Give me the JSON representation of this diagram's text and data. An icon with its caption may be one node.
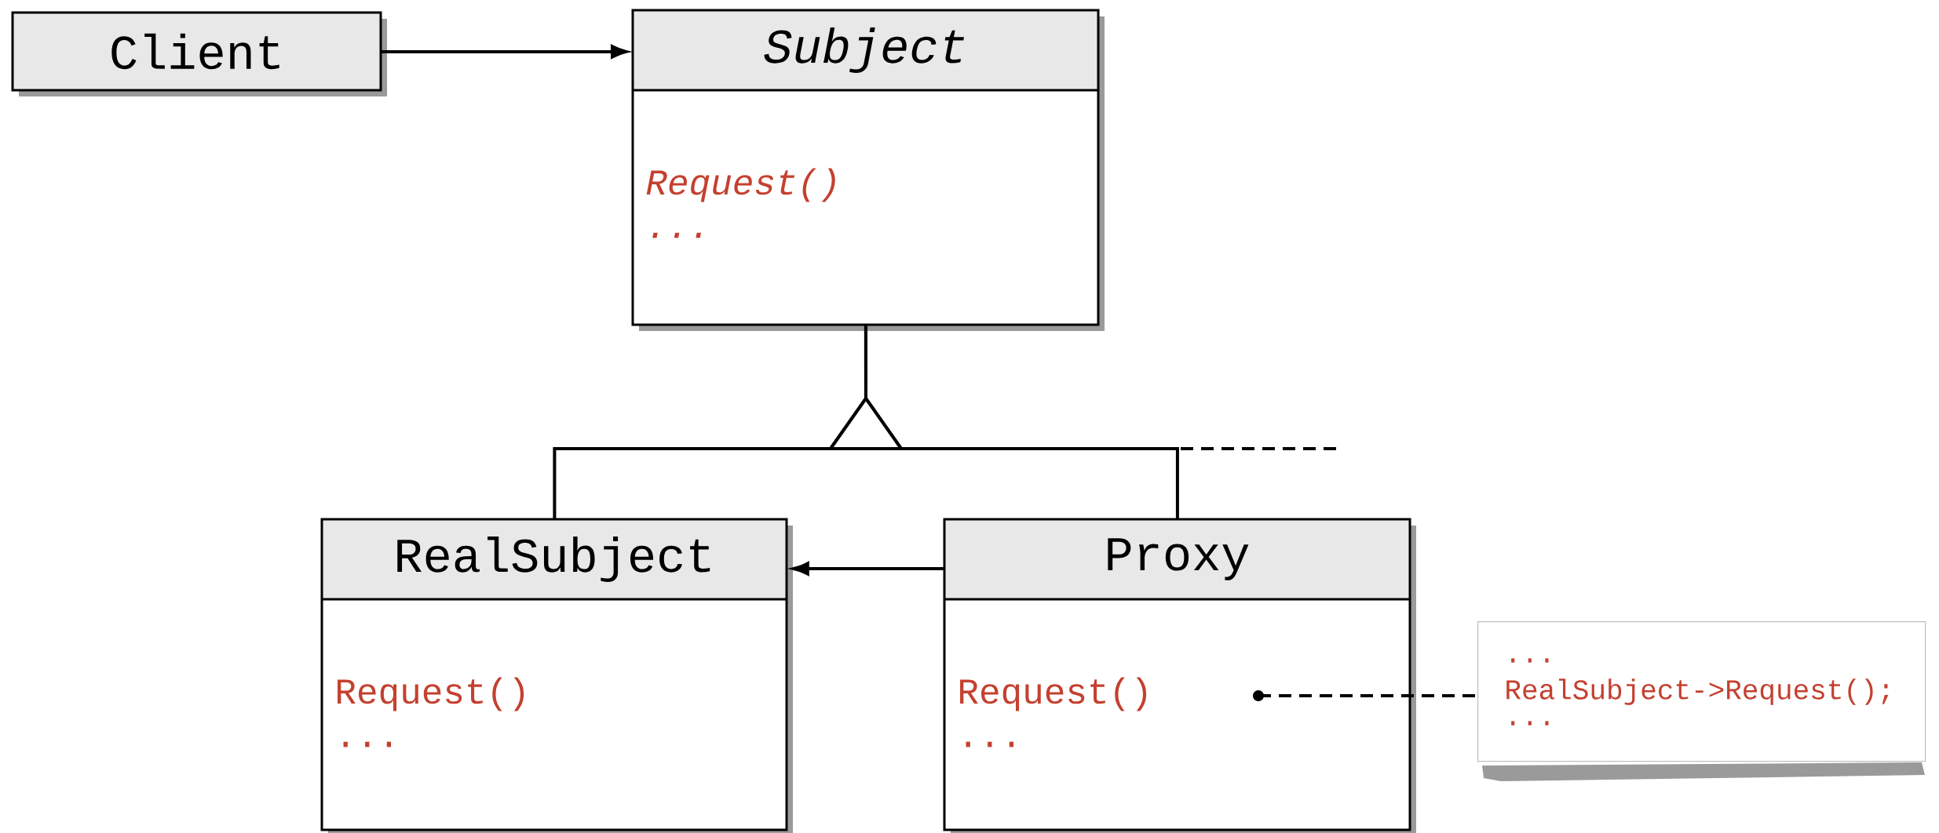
{
  "diagram": {
    "nodes": [
      {
        "text": [
          "Client"
        ]
      },
      {
        "text": [
          "Subject",
          "Request()",
          "..."
        ]
      },
      {
        "text": [
          "RealSubject",
          "Request()",
          "..."
        ]
      },
      {
        "text": [
          "Proxy",
          "Request()",
          "..."
        ]
      },
      {
        "text": [
          "...",
          "RealSubject->Request();",
          "..."
        ]
      }
    ],
    "edges": [
      {
        "from": 0,
        "to": 1,
        "arrow": "to"
      },
      {
        "from": 2,
        "to": 1,
        "arrow": "to"
      },
      {
        "from": 3,
        "to": 1,
        "arrow": "to"
      },
      {
        "from": 3,
        "to": 2,
        "arrow": "to"
      },
      {
        "from": 3,
        "to": 4,
        "arrow": "other",
        "style": "dashed"
      }
    ]
  }
}
